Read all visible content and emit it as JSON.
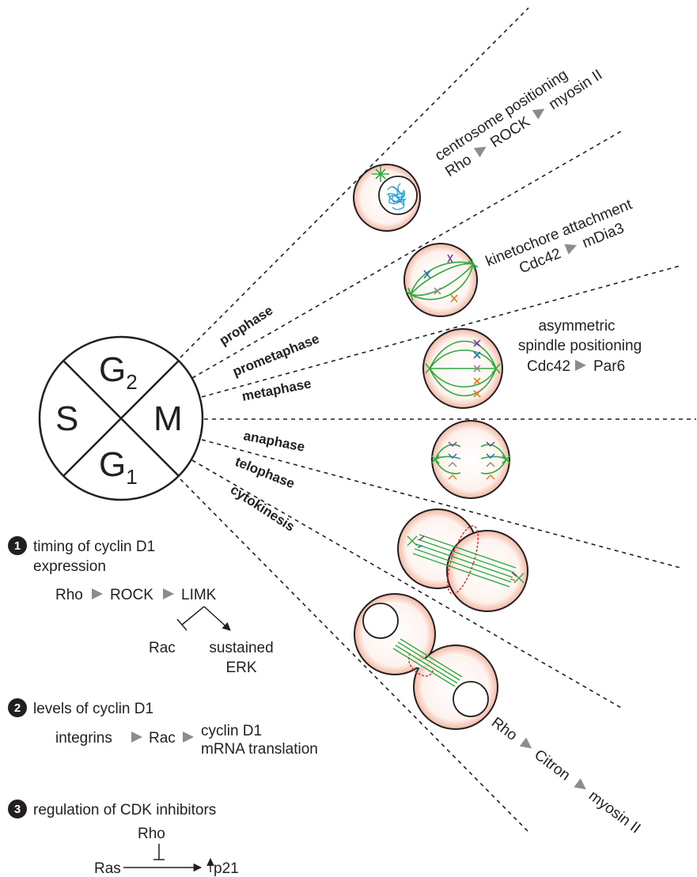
{
  "cell_cycle": {
    "top": "G",
    "top_sub": "2",
    "left": "S",
    "right": "M",
    "bottom": "G",
    "bottom_sub": "1"
  },
  "phases": [
    "prophase",
    "prometaphase",
    "metaphase",
    "anaphase",
    "telophase",
    "cytokinesis"
  ],
  "annotations": {
    "prophase": {
      "title": "centrosome positioning",
      "chain": [
        "Rho",
        "ROCK",
        "myosin II"
      ]
    },
    "prometaphase": {
      "title": "kinetochore attachment",
      "chain": [
        "Cdc42",
        "mDia3"
      ]
    },
    "metaphase": {
      "title_lines": [
        "asymmetric",
        "spindle positioning"
      ],
      "chain": [
        "Cdc42",
        "Par6"
      ]
    },
    "cytokinesis": {
      "chain": [
        "Rho",
        "Citron",
        "myosin II"
      ]
    }
  },
  "g1_items": [
    {
      "number": "1",
      "title_lines": [
        "timing of cyclin D1",
        "expression"
      ],
      "chain": [
        "Rho",
        "ROCK",
        "LIMK"
      ],
      "inhibited": "Rac",
      "activated_lines": [
        "sustained",
        "ERK"
      ]
    },
    {
      "number": "2",
      "title": "levels of cyclin D1",
      "chain": [
        "integrins",
        "Rac"
      ],
      "product_lines": [
        "cyclin D1",
        "mRNA translation"
      ]
    },
    {
      "number": "3",
      "title": "regulation of CDK inhibitors",
      "inhibitor": "Rho",
      "source": "Ras",
      "target": "p21"
    }
  ],
  "colors": {
    "text": "#231f20",
    "cell_fill": "#fbe9e2",
    "cell_inner_glow": "#f2b7a2",
    "spindle": "#2eaa3f",
    "chromatin": "#2a9fd6",
    "cleavage": "#e0202a",
    "arrowhead": "#8c8c8c",
    "bullet": "#231f20"
  }
}
